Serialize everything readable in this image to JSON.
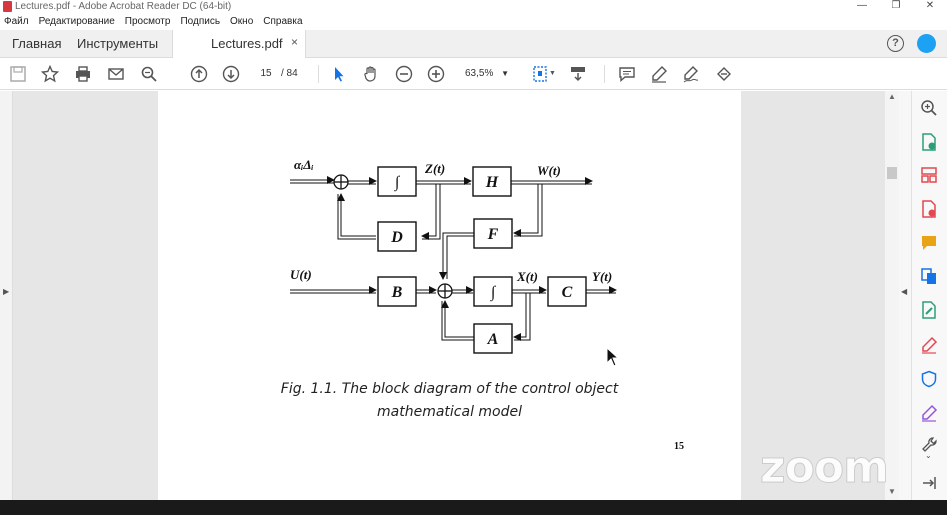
{
  "window": {
    "title": "Lectures.pdf - Adobe Acrobat Reader DC (64-bit)",
    "minimize": "—",
    "maximize": "❐",
    "close": "✕"
  },
  "menu": [
    "Файл",
    "Редактирование",
    "Просмотр",
    "Подпись",
    "Окно",
    "Справка"
  ],
  "tabs": {
    "home": "Главная",
    "tools": "Инструменты",
    "document": "Lectures.pdf",
    "close": "×"
  },
  "help": "?",
  "toolbar": {
    "current_page": "15",
    "total_pages": "/ 84",
    "zoom": "63,5%"
  },
  "document": {
    "diagram": {
      "labels": {
        "input_alpha": "αᵢΔᵢ",
        "z": "Z(t)",
        "w": "W(t)",
        "u": "U(t)",
        "x": "X(t)",
        "y": "Y(t)"
      },
      "blocks": {
        "int_top": "∫",
        "h": "H",
        "d": "D",
        "f": "F",
        "b": "B",
        "int_bottom": "∫",
        "c": "C",
        "a": "A"
      }
    },
    "caption_line1": "Fig. 1.1. The block diagram of the control object",
    "caption_line2": "mathematical model",
    "page_number": "15"
  },
  "overlay": {
    "zoom_logo": "zoom"
  },
  "colors": {
    "accent_red": "#d7373f",
    "accent_blue": "#1da1f2",
    "rail_green": "#2d9d78",
    "rail_orange": "#e8a317"
  }
}
